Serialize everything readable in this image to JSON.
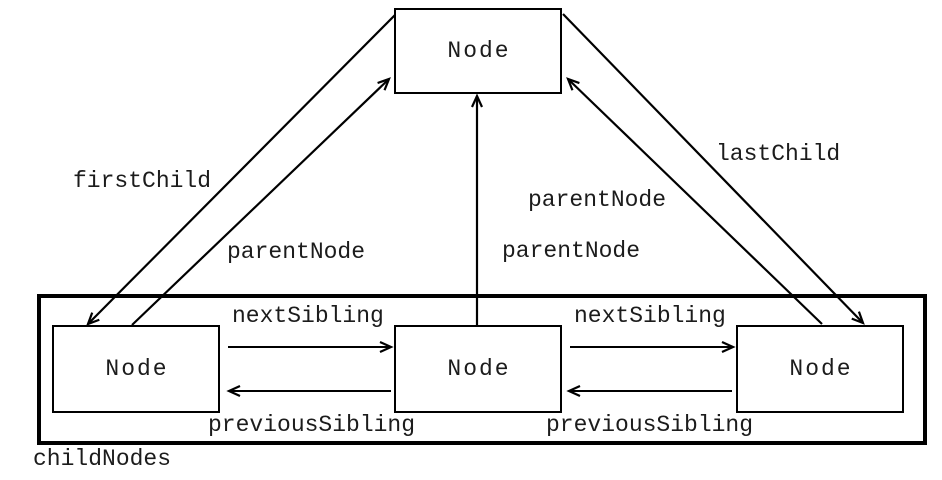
{
  "colors": {
    "background": "#ffffff",
    "line": "#000000",
    "text": "#1c1c1c"
  },
  "diagram": {
    "nodes": {
      "parent": "Node",
      "child_left": "Node",
      "child_middle": "Node",
      "child_right": "Node"
    },
    "container_label": "childNodes",
    "edges": {
      "first_child": "firstChild",
      "last_child": "lastChild",
      "parent_node_left": "parentNode",
      "parent_node_middle": "parentNode",
      "parent_node_right": "parentNode",
      "next_sibling_left": "nextSibling",
      "next_sibling_right": "nextSibling",
      "previous_sibling_left": "previousSibling",
      "previous_sibling_right": "previousSibling"
    }
  }
}
